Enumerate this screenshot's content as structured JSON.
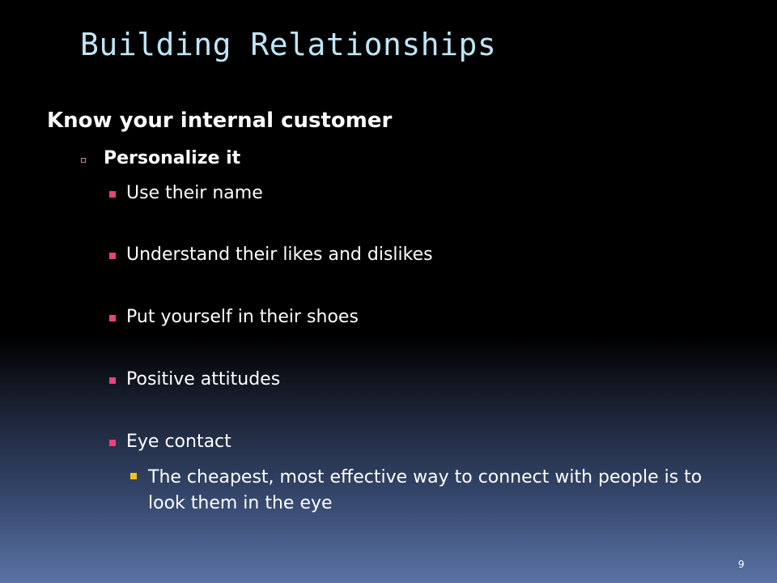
{
  "slide": {
    "title": "Building Relationships",
    "level1": "Know your internal customer",
    "level2": "Personalize it",
    "bullets": [
      "Use their name",
      "Understand their likes and dislikes",
      "Put yourself in their shoes",
      "Positive attitudes",
      "Eye contact"
    ],
    "sub_bullet": "The cheapest, most effective way to connect with people is to look them in the eye",
    "page_number": "9"
  },
  "colors": {
    "title": "#bde6f6",
    "bullet_pink": "#e6437b",
    "bullet_yellow": "#f0c21b"
  }
}
